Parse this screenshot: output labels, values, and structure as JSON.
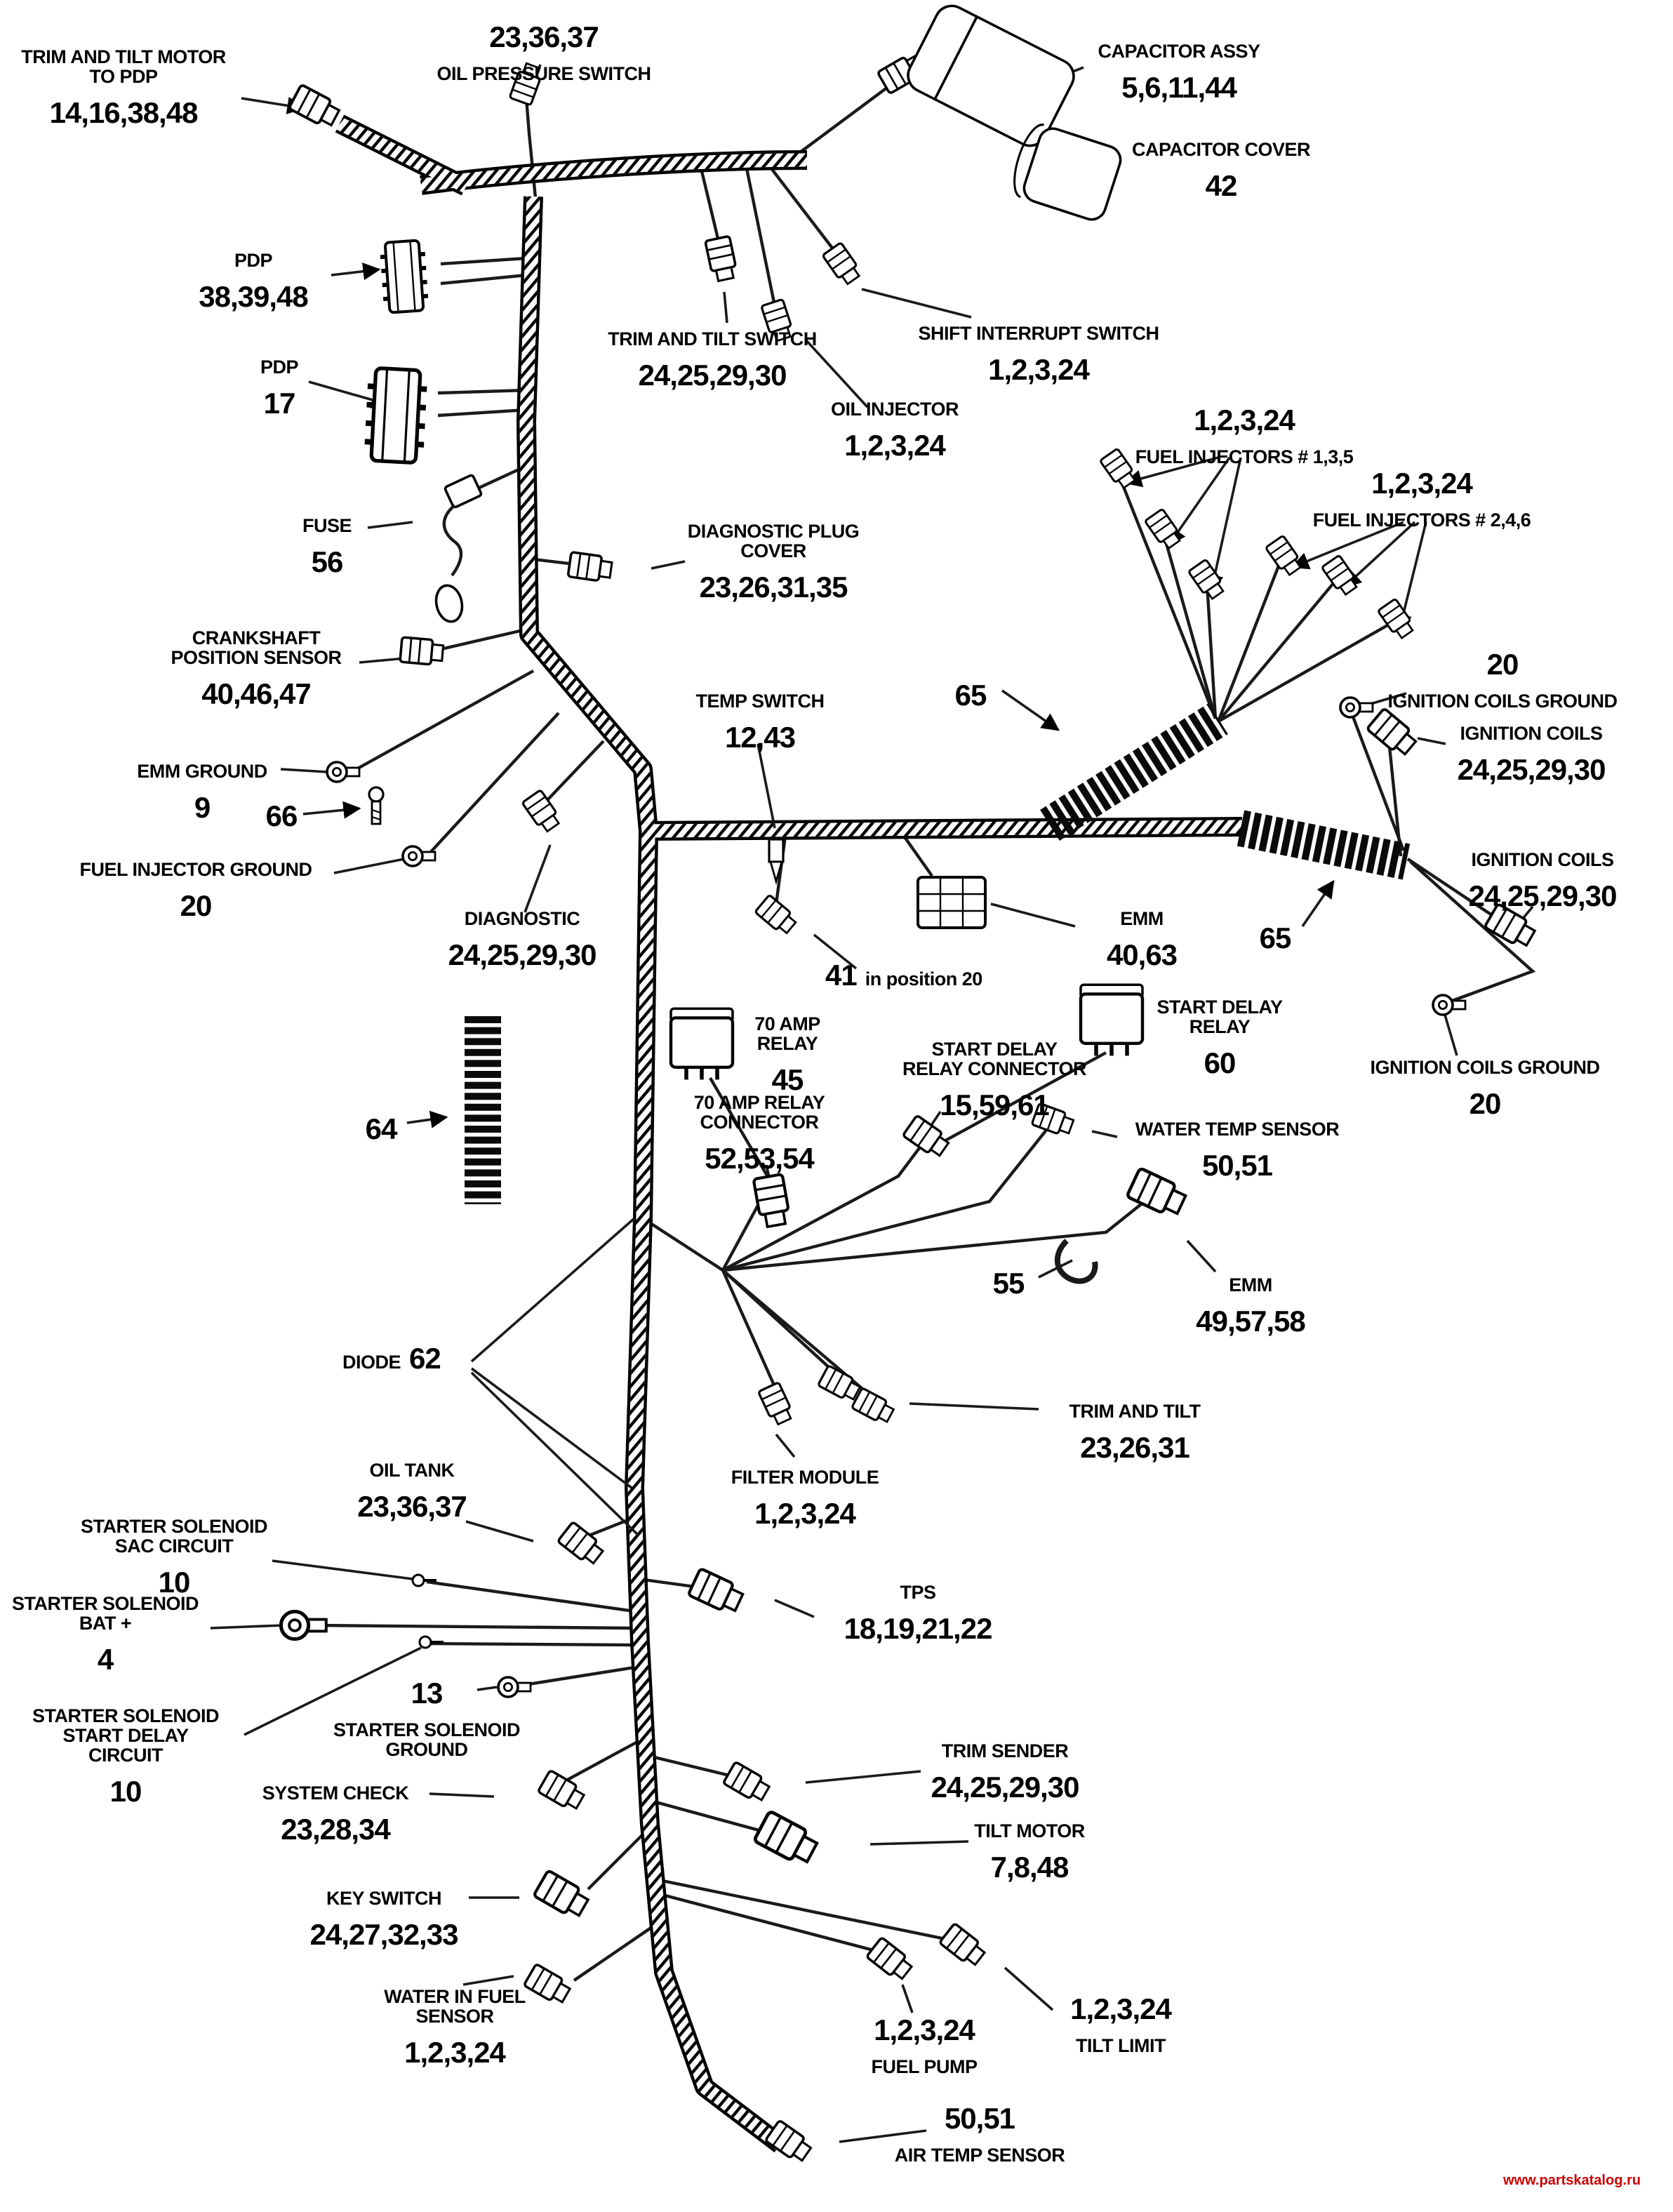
{
  "watermark": {
    "text": "www.partskatalog.ru",
    "color": "#cc0000"
  },
  "labels": {
    "trim_tilt_motor_pdp": {
      "name": "TRIM AND TILT MOTOR\nTO PDP",
      "num": "14,16,38,48"
    },
    "oil_pressure_switch": {
      "name": "OIL PRESSURE SWITCH",
      "num": "23,36,37"
    },
    "capacitor_assy": {
      "name": "CAPACITOR ASSY",
      "num": "5,6,11,44"
    },
    "capacitor_cover": {
      "name": "CAPACITOR COVER",
      "num": "42"
    },
    "pdp_38": {
      "name": "PDP",
      "num": "38,39,48"
    },
    "pdp_17": {
      "name": "PDP",
      "num": "17"
    },
    "trim_tilt_switch": {
      "name": "TRIM AND TILT SWITCH",
      "num": "24,25,29,30"
    },
    "shift_interrupt_switch": {
      "name": "SHIFT INTERRUPT SWITCH",
      "num": "1,2,3,24"
    },
    "oil_injector": {
      "name": "OIL INJECTOR",
      "num": "1,2,3,24"
    },
    "fuse": {
      "name": "FUSE",
      "num": "56"
    },
    "diagnostic_plug_cover": {
      "name": "DIAGNOSTIC PLUG\nCOVER",
      "num": "23,26,31,35"
    },
    "fuel_injectors_135": {
      "name": "FUEL INJECTORS # 1,3,5",
      "num": "1,2,3,24"
    },
    "fuel_injectors_246": {
      "name": "FUEL INJECTORS # 2,4,6",
      "num": "1,2,3,24"
    },
    "crankshaft_position_sensor": {
      "name": "CRANKSHAFT\nPOSITION SENSOR",
      "num": "40,46,47"
    },
    "temp_switch": {
      "name": "TEMP SWITCH",
      "num": "12,43"
    },
    "coil_65_left": {
      "num": "65"
    },
    "ign_coils_ground_top": {
      "name": "IGNITION COILS GROUND",
      "num": "20"
    },
    "ign_coils_top": {
      "name": "IGNITION COILS",
      "num": "24,25,29,30"
    },
    "emm_ground": {
      "name": "EMM GROUND",
      "num": "9"
    },
    "bolt_66": {
      "num": "66"
    },
    "fuel_injector_ground": {
      "name": "FUEL INJECTOR GROUND",
      "num": "20"
    },
    "diagnostic": {
      "name": "DIAGNOSTIC",
      "num": "24,25,29,30"
    },
    "emm_40_63": {
      "name": "EMM",
      "num": "40,63"
    },
    "pos41": {
      "num": "41",
      "name": "in position 20"
    },
    "start_delay_relay": {
      "name": "START DELAY\nRELAY",
      "num": "60"
    },
    "ign_coils_right": {
      "name": "IGNITION COILS",
      "num": "24,25,29,30"
    },
    "coil_65_right": {
      "num": "65"
    },
    "relay_70amp": {
      "name": "70 AMP\nRELAY",
      "num": "45"
    },
    "sdr_connector": {
      "name": "START DELAY\nRELAY CONNECTOR",
      "num": "15,59,61"
    },
    "relay_70amp_connector": {
      "name": "70 AMP RELAY\nCONNECTOR",
      "num": "52,53,54"
    },
    "water_temp_sensor": {
      "name": "WATER TEMP SENSOR",
      "num": "50,51"
    },
    "ign_coils_ground_right": {
      "name": "IGNITION COILS GROUND",
      "num": "20"
    },
    "coil_64": {
      "num": "64"
    },
    "clip_55": {
      "num": "55"
    },
    "emm_49": {
      "name": "EMM",
      "num": "49,57,58"
    },
    "diode_62": {
      "name": "DIODE",
      "num": "62"
    },
    "trim_and_tilt": {
      "name": "TRIM AND TILT",
      "num": "23,26,31"
    },
    "oil_tank": {
      "name": "OIL TANK",
      "num": "23,36,37"
    },
    "filter_module": {
      "name": "FILTER MODULE",
      "num": "1,2,3,24"
    },
    "starter_solenoid_sac": {
      "name": "STARTER SOLENOID\nSAC CIRCUIT",
      "num": "10"
    },
    "starter_solenoid_bat": {
      "name": "STARTER SOLENOID\nBAT +",
      "num": "4"
    },
    "tps": {
      "name": "TPS",
      "num": "18,19,21,22"
    },
    "starter_solenoid_ground": {
      "name": "STARTER SOLENOID\nGROUND",
      "num": "13"
    },
    "starter_solenoid_start_delay": {
      "name": "STARTER SOLENOID\nSTART DELAY\nCIRCUIT",
      "num": "10"
    },
    "system_check": {
      "name": "SYSTEM CHECK",
      "num": "23,28,34"
    },
    "trim_sender": {
      "name": "TRIM SENDER",
      "num": "24,25,29,30"
    },
    "tilt_motor": {
      "name": "TILT MOTOR",
      "num": "7,8,48"
    },
    "key_switch": {
      "name": "KEY SWITCH",
      "num": "24,27,32,33"
    },
    "water_in_fuel_sensor": {
      "name": "WATER IN FUEL\nSENSOR",
      "num": "1,2,3,24"
    },
    "fuel_pump": {
      "name": "FUEL PUMP",
      "num": "1,2,3,24"
    },
    "tilt_limit": {
      "name": "TILT LIMIT",
      "num": "1,2,3,24"
    },
    "air_temp_sensor": {
      "name": "AIR TEMP SENSOR",
      "num": "50,51"
    }
  }
}
